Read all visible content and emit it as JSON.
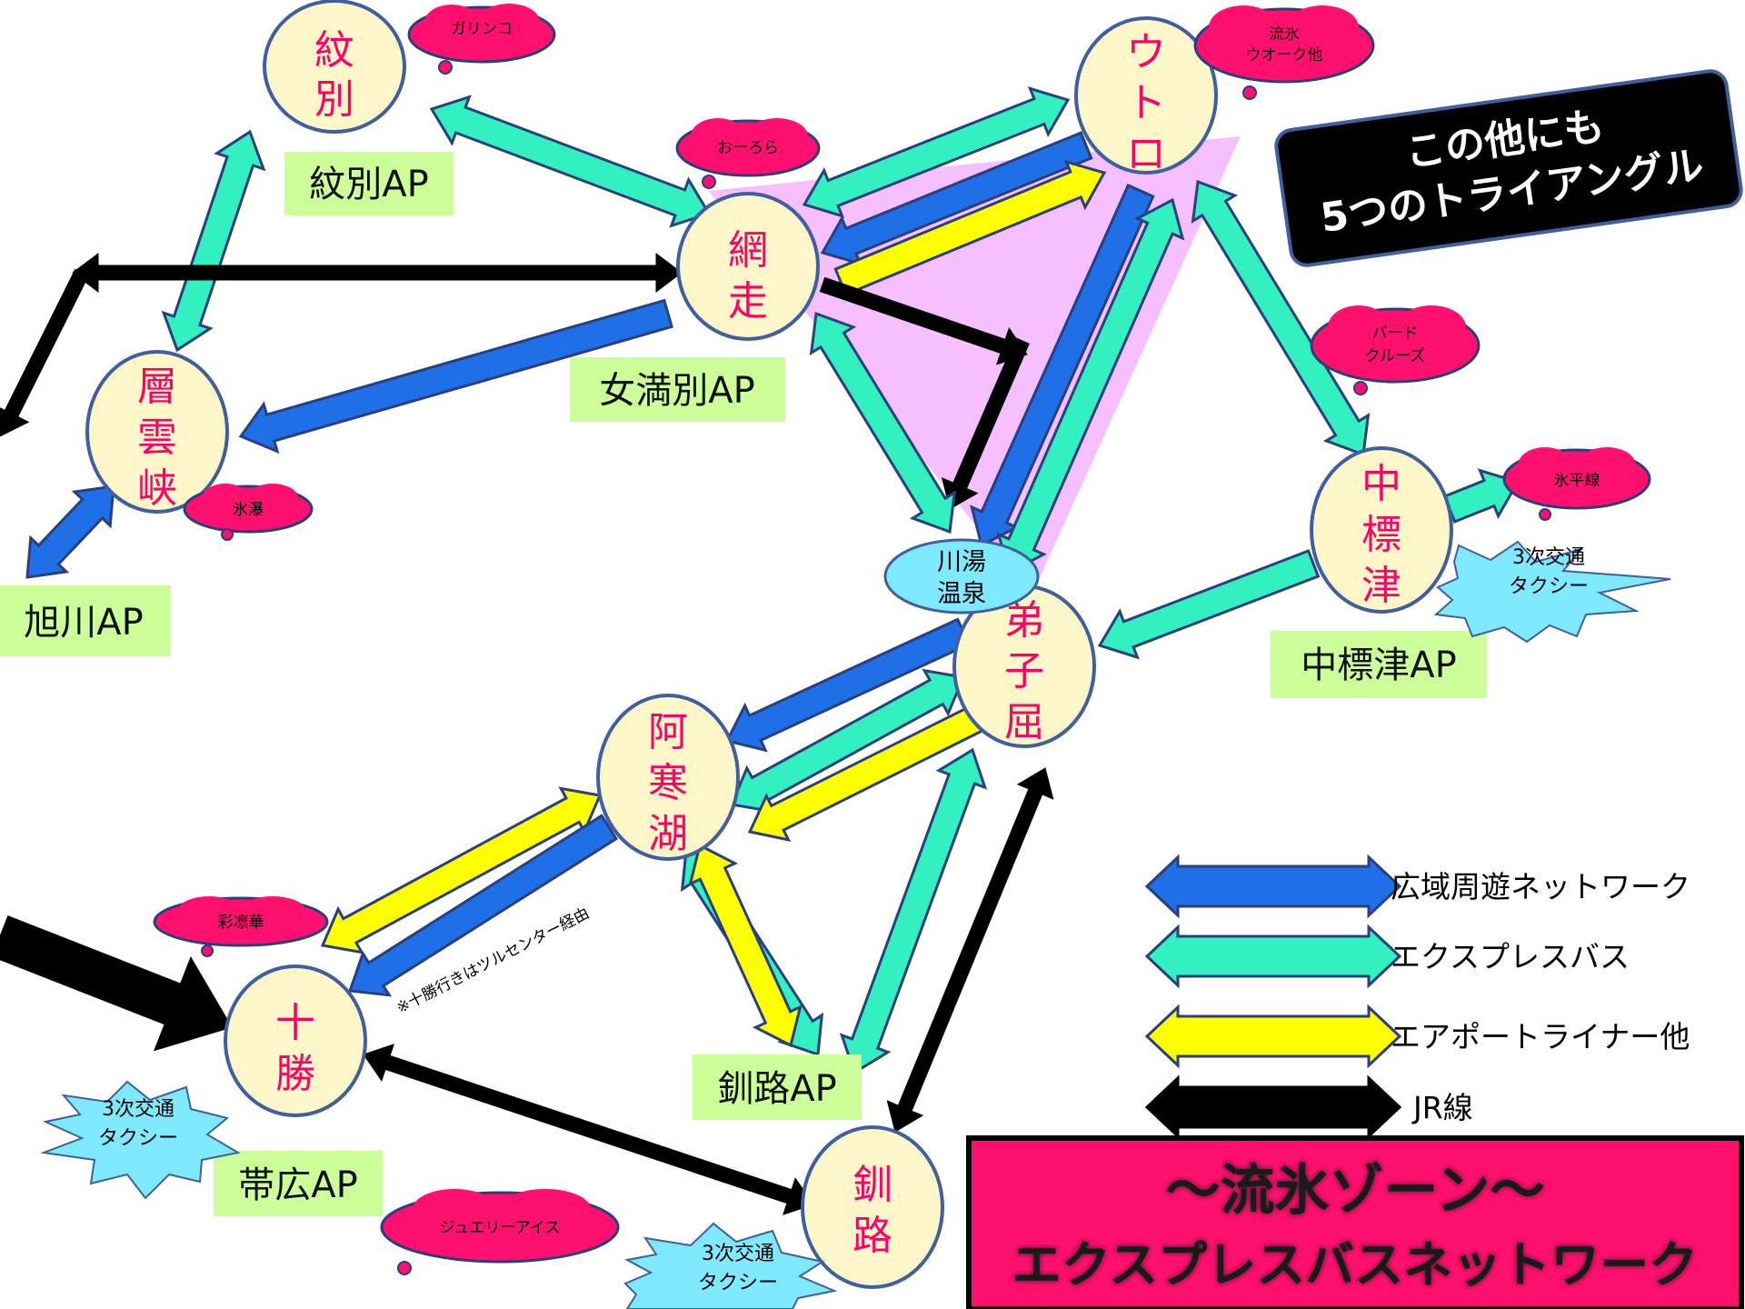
{
  "nodes": {
    "monbetsu": [
      "紋",
      "別"
    ],
    "utoro": [
      "ウ",
      "ト",
      "ロ"
    ],
    "abashiri": [
      "網",
      "走"
    ],
    "sounkyo": [
      "層",
      "雲",
      "峡"
    ],
    "nakashibetsu": [
      "中",
      "標",
      "津"
    ],
    "teshikaga": [
      "弟",
      "子",
      "屈"
    ],
    "akanko": [
      "阿",
      "寒",
      "湖"
    ],
    "tokachi": [
      "十",
      "勝"
    ],
    "kushiro": [
      "釧",
      "路"
    ],
    "kawayu": [
      "川湯",
      "温泉"
    ]
  },
  "airports": {
    "monbetsu": "紋別AP",
    "memanbetsu": "女満別AP",
    "asahikawa": "旭川AP",
    "nakashibetsu": "中標津AP",
    "kushiro": "釧路AP",
    "obihiro": "帯広AP"
  },
  "clouds": {
    "garinko": "ガリンコ",
    "ryuhyo_walk": [
      "流氷",
      "ウオーク他"
    ],
    "aurora": "おーろら",
    "bird_cruise": [
      "バード",
      "クルーズ"
    ],
    "hyobaku": "氷瀑",
    "hyoheisen": "氷平線",
    "sairinka": "彩凛華",
    "jewelry_ice": "ジュエリーアイス"
  },
  "stars": {
    "nakashibetsu": [
      "3次交通",
      "タクシー"
    ],
    "tokachi": [
      "3次交通",
      "タクシー"
    ],
    "kushiro": [
      "3次交通",
      "タクシー"
    ]
  },
  "callout": [
    "この他にも",
    "5つのトライアングル"
  ],
  "note": "※十勝行きはツルセンター経由",
  "legend": [
    {
      "label": "広域周遊ネットワーク",
      "color": "#1f6fe6"
    },
    {
      "label": "エクスプレスバス",
      "color": "#33f0c0"
    },
    {
      "label": "エアポートライナー他",
      "color": "#ffff00"
    },
    {
      "label": "JR線",
      "color": "#000000"
    }
  ],
  "title": [
    "～流氷ゾーン～",
    "エクスプレスバスネットワーク"
  ],
  "colors": {
    "node_fill": "#fdf6c8",
    "node_stroke": "#3f5f9f",
    "node_text": "#ff0066",
    "ap_bg": "#ccff99",
    "cloud": "#ff0f6e",
    "star": "#7fe9ff",
    "triangle": "#f5b8ff",
    "title_bg": "#ff0f6e",
    "kawayu_fill": "#7fe9ff"
  }
}
